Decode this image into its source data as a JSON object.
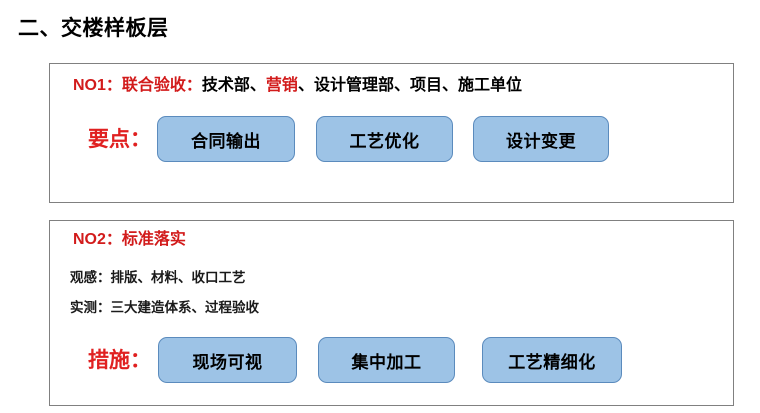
{
  "slide": {
    "title": "二、交楼样板层",
    "accent_red": "#d21b1b",
    "label_red": "#e02020",
    "pill_fill": "#9dc3e6",
    "pill_border": "#5b8bbd",
    "frame_border": "#808080",
    "background": "#ffffff"
  },
  "sections": [
    {
      "id": "no1",
      "heading": {
        "segments": [
          {
            "text": "NO1：联合验收：",
            "color": "red"
          },
          {
            "text": "技术部、",
            "color": "black"
          },
          {
            "text": "营销",
            "color": "red"
          },
          {
            "text": "、设计管理部、项目、施工单位",
            "color": "black"
          }
        ],
        "plain": "NO1：联合验收：技术部、营销、设计管理部、项目、施工单位"
      },
      "row_label": "要点：",
      "pills": [
        {
          "label": "合同输出"
        },
        {
          "label": "工艺优化"
        },
        {
          "label": "设计变更"
        }
      ]
    },
    {
      "id": "no2",
      "heading": {
        "segments": [
          {
            "text": "NO2：标准落实",
            "color": "red"
          }
        ],
        "plain": "NO2：标准落实"
      },
      "body_lines": [
        "观感：排版、材料、收口工艺",
        "实测：三大建造体系、过程验收"
      ],
      "row_label": "措施：",
      "pills": [
        {
          "label": "现场可视"
        },
        {
          "label": "集中加工"
        },
        {
          "label": "工艺精细化"
        }
      ]
    }
  ]
}
